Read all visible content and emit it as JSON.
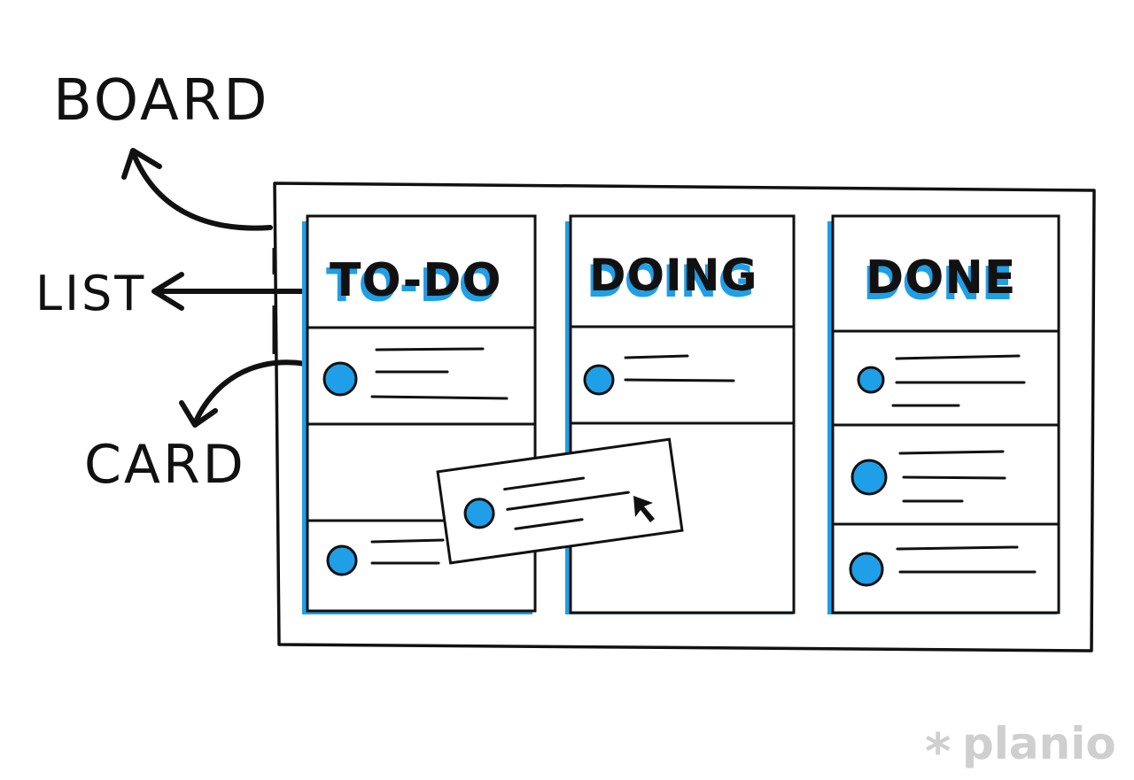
{
  "labels": {
    "board": "BOARD",
    "list": "LIST",
    "card": "CARD"
  },
  "lists": [
    {
      "title": "TO-DO",
      "cards": 3
    },
    {
      "title": "DOING",
      "cards": 1
    },
    {
      "title": "DONE",
      "cards": 3
    }
  ],
  "dragging_card": {
    "from": "TO-DO",
    "to": "DOING",
    "shows_cursor": true
  },
  "logo": {
    "text": "planio",
    "symbol": "*"
  },
  "colors": {
    "accent": "#1e9fe8",
    "ink": "#111111",
    "background": "#ffffff",
    "logo": "#cfcfcf"
  }
}
